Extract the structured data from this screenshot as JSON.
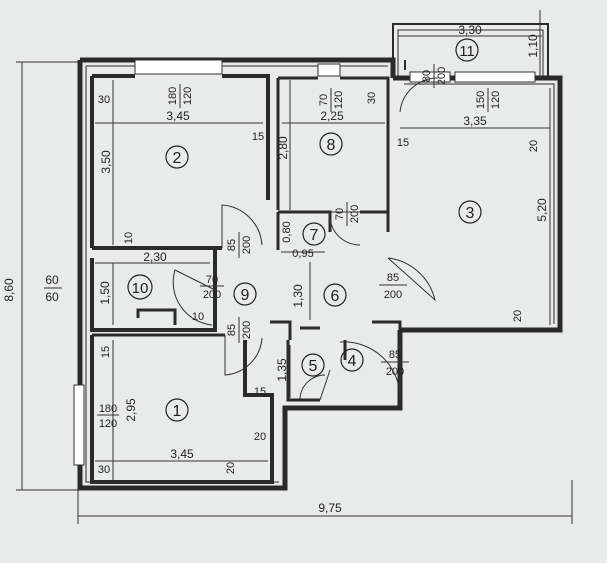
{
  "rooms": [
    {
      "id": "1",
      "label": "1"
    },
    {
      "id": "2",
      "label": "2"
    },
    {
      "id": "3",
      "label": "3"
    },
    {
      "id": "4",
      "label": "4"
    },
    {
      "id": "5",
      "label": "5"
    },
    {
      "id": "6",
      "label": "6"
    },
    {
      "id": "7",
      "label": "7"
    },
    {
      "id": "8",
      "label": "8"
    },
    {
      "id": "9",
      "label": "9"
    },
    {
      "id": "10",
      "label": "10"
    },
    {
      "id": "11",
      "label": "11"
    }
  ],
  "overall": {
    "height": "8,60",
    "width": "9,75"
  },
  "entrance_door": {
    "width": "60",
    "height": "60"
  },
  "dimensions": {
    "r2_width": "3,45",
    "r2_height": "3,50",
    "r1_width": "3,45",
    "r1_height": "2,95",
    "r8_width": "2,25",
    "r8_height": "2,80",
    "r3_width": "3,35",
    "r3_height": "5,20",
    "r11_width": "3,30",
    "r11_height": "1,10",
    "r10_width": "2,30",
    "r10_height": "1,50",
    "r7_width": "0,95",
    "r7_height": "0,80",
    "corr_height": "1,30",
    "r5_height": "1,35"
  },
  "windows": {
    "r2": {
      "w": "180",
      "h": "120"
    },
    "r1": {
      "w": "180",
      "h": "120"
    },
    "r8": {
      "w": "70",
      "h": "120"
    },
    "r3": {
      "w": "150",
      "h": "120"
    },
    "r11_door": {
      "w": "80",
      "h": "200"
    }
  },
  "doors": {
    "d9_top": {
      "w": "85",
      "h": "200"
    },
    "d9_bottom": {
      "w": "85",
      "h": "200"
    },
    "d10": {
      "w": "70",
      "h": "200"
    },
    "d7": {
      "w": "70",
      "h": "200"
    },
    "d3": {
      "w": "85",
      "h": "200"
    },
    "d4": {
      "w": "85",
      "h": "200"
    }
  },
  "wall_notes": {
    "n30_a": "30",
    "n15_a": "15",
    "n10_a": "10",
    "n30_b": "30",
    "n15_b": "15",
    "n20_a": "20",
    "n20_b": "20",
    "n10_b": "10",
    "n15_c": "15",
    "n15_d": "15",
    "n20_c": "20",
    "n20_d": "20",
    "n30_c": "30"
  }
}
